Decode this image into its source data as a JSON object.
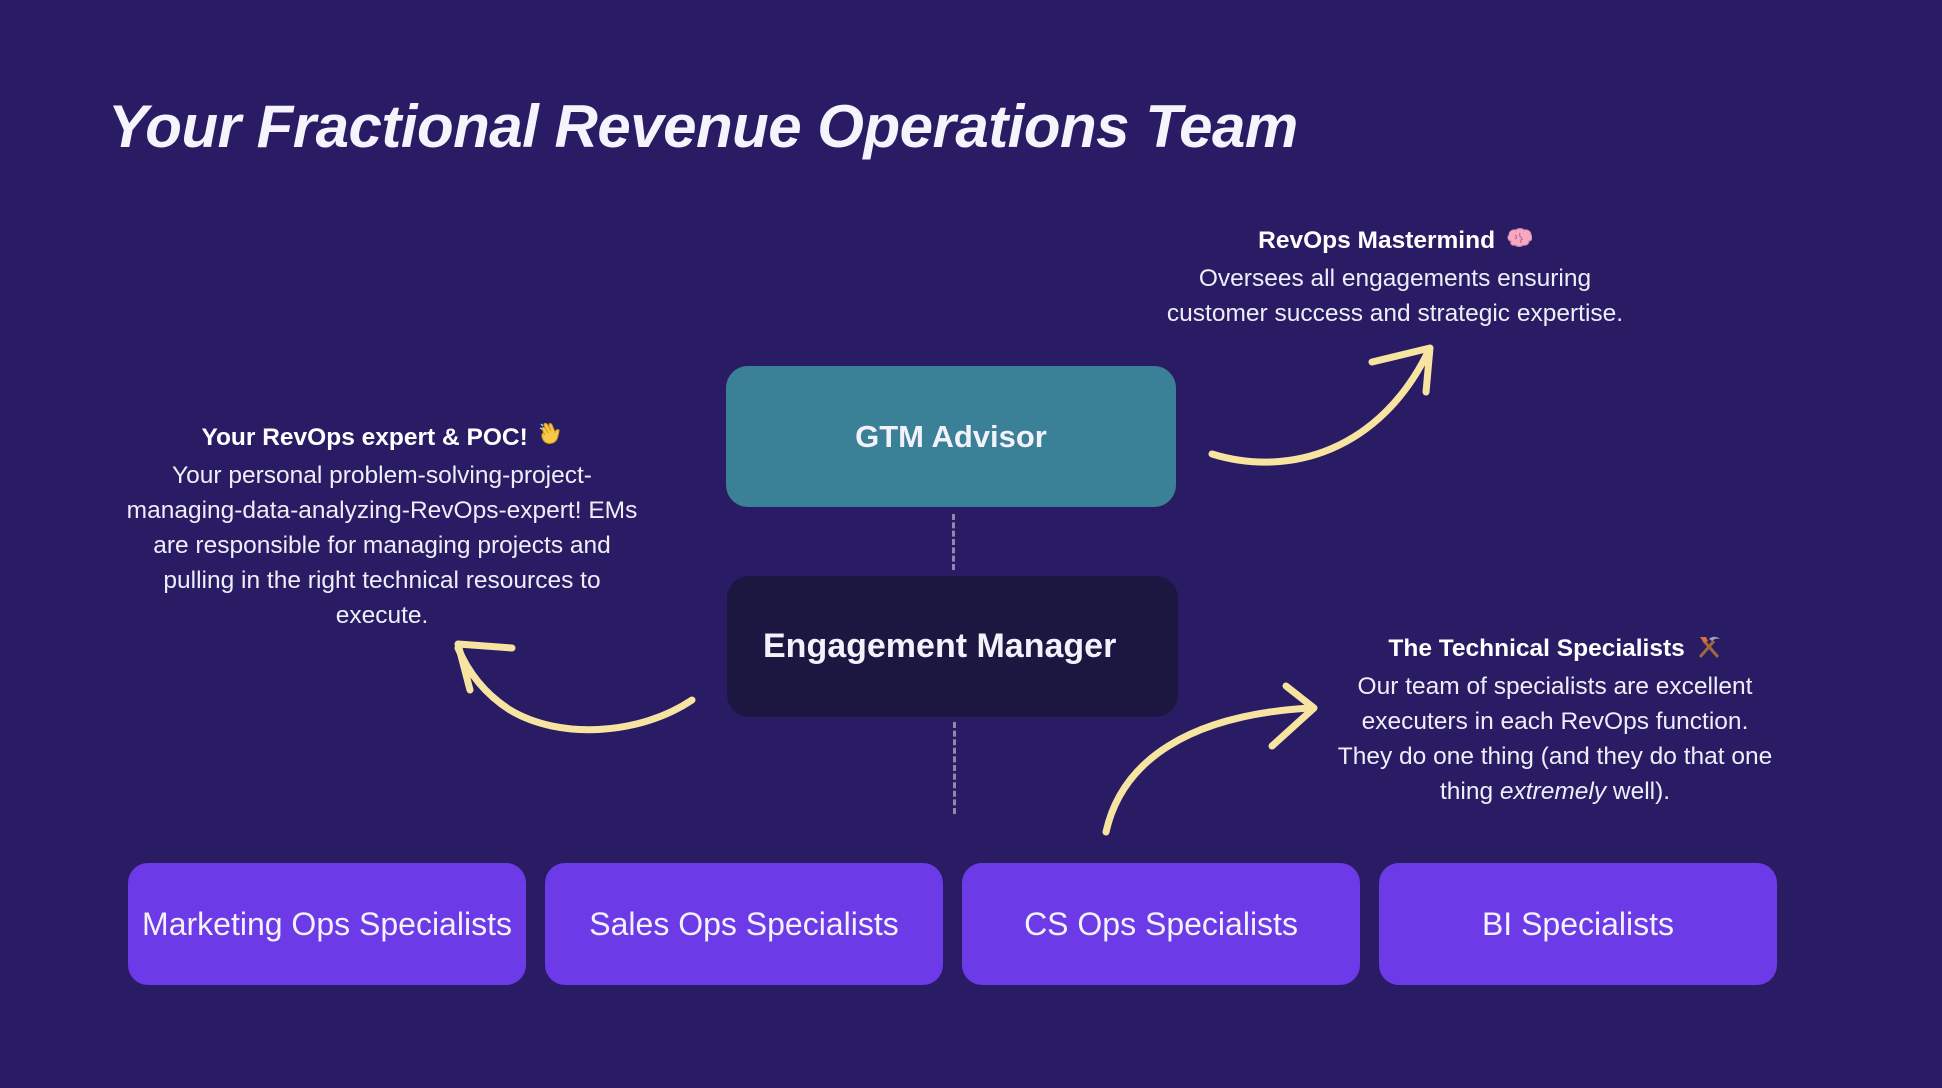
{
  "title": "Your Fractional Revenue Operations Team",
  "nodes": {
    "gtm_advisor": "GTM Advisor",
    "engagement_manager": "Engagement Manager"
  },
  "specialists": [
    "Marketing Ops Specialists",
    "Sales Ops Specialists",
    "CS Ops Specialists",
    "BI Specialists"
  ],
  "notes": {
    "mastermind": {
      "heading": "RevOps Mastermind",
      "line1": "Oversees all engagements ensuring",
      "line2": "customer success and strategic expertise."
    },
    "expert": {
      "heading": "Your RevOps expert & POC!",
      "line1": "Your personal problem-solving-project-",
      "line2": "managing-data-analyzing-RevOps-expert! EMs",
      "line3": "are responsible for managing projects and",
      "line4": "pulling in the right technical resources to",
      "line5": "execute."
    },
    "technical": {
      "heading": "The Technical Specialists",
      "line1": "Our team of specialists are excellent",
      "line2": "executers in each RevOps function.",
      "line3": "They do one thing (and they do that one",
      "line4_pre": "thing ",
      "line4_em": "extremely",
      "line4_post": " well)."
    }
  },
  "colors": {
    "background": "#2a1c64",
    "gtm_box": "#3a8198",
    "em_box": "#1c1740",
    "specialist_box": "#6c3ae6",
    "arrow": "#f7e4a0"
  },
  "icons": [
    "brain-icon",
    "waving-hand-icon",
    "hammer-pick-icon"
  ]
}
